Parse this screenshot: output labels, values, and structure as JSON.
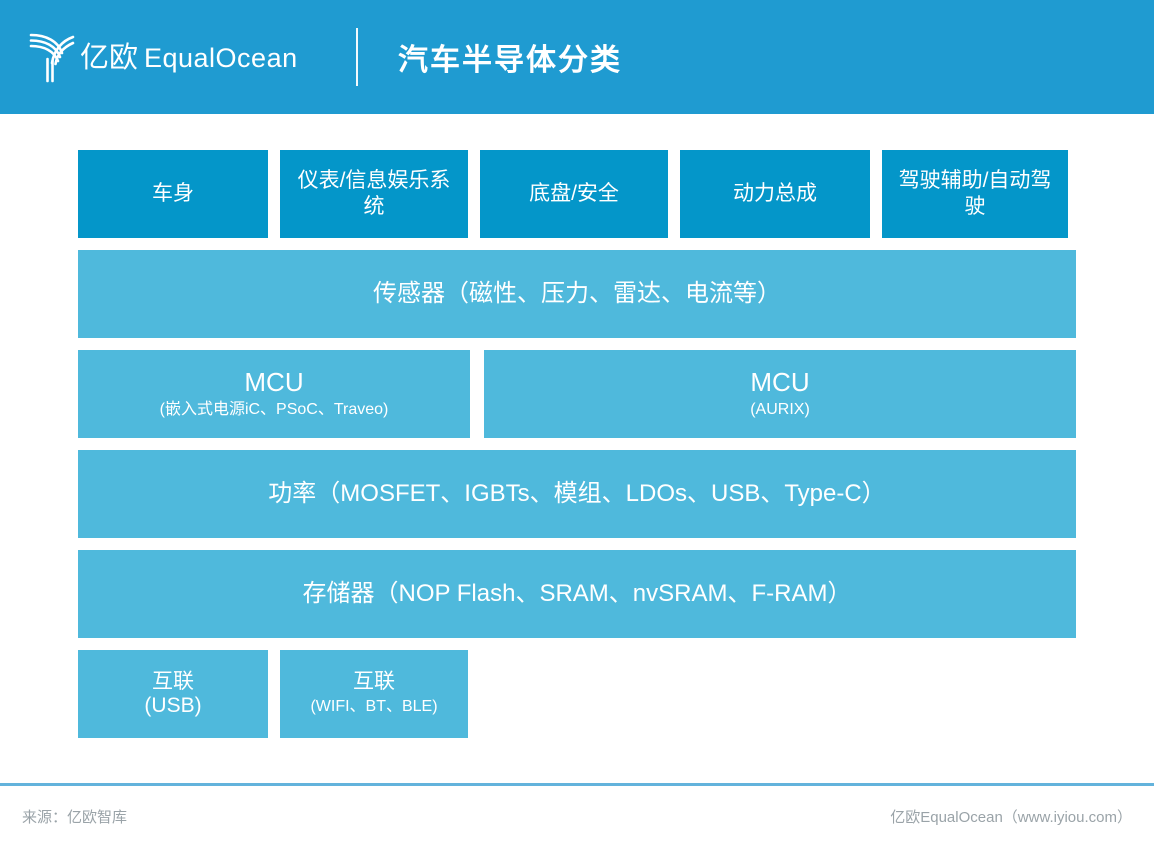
{
  "header": {
    "logo_cn": "亿欧",
    "logo_en": "EqualOcean",
    "logo_alt": "equalocean-logo",
    "title": "汽车半导体分类"
  },
  "diagram": {
    "applications": [
      {
        "label": "车身"
      },
      {
        "label": "仪表/信息娱乐系统"
      },
      {
        "label": "底盘/安全"
      },
      {
        "label": "动力总成"
      },
      {
        "label": "驾驶辅助/自动驾驶"
      }
    ],
    "sensor": {
      "label": "传感器（磁性、压力、雷达、电流等）"
    },
    "mcu": [
      {
        "title": "MCU",
        "sub": "(嵌入式电源iC、PSoC、Traveo)"
      },
      {
        "title": "MCU",
        "sub": "(AURIX)"
      }
    ],
    "power": {
      "label": "功率（MOSFET、IGBTs、模组、LDOs、USB、Type-C）"
    },
    "memory": {
      "label": "存储器（NOP Flash、SRAM、nvSRAM、F-RAM）"
    },
    "interconnect": [
      {
        "title": "互联",
        "sub": "(USB)"
      },
      {
        "title": "互联",
        "sub": "(WIFI、BT、BLE)"
      }
    ]
  },
  "footer": {
    "source": "来源：亿欧智库",
    "attribution": "亿欧EqualOcean（www.iyiou.com）"
  },
  "colors": {
    "header_bg": "#1f9bd1",
    "box_dark": "#0496c9",
    "box_light": "#4fb9dc",
    "footer_rule": "#63b3dc",
    "footer_text": "#9aa3a8"
  }
}
